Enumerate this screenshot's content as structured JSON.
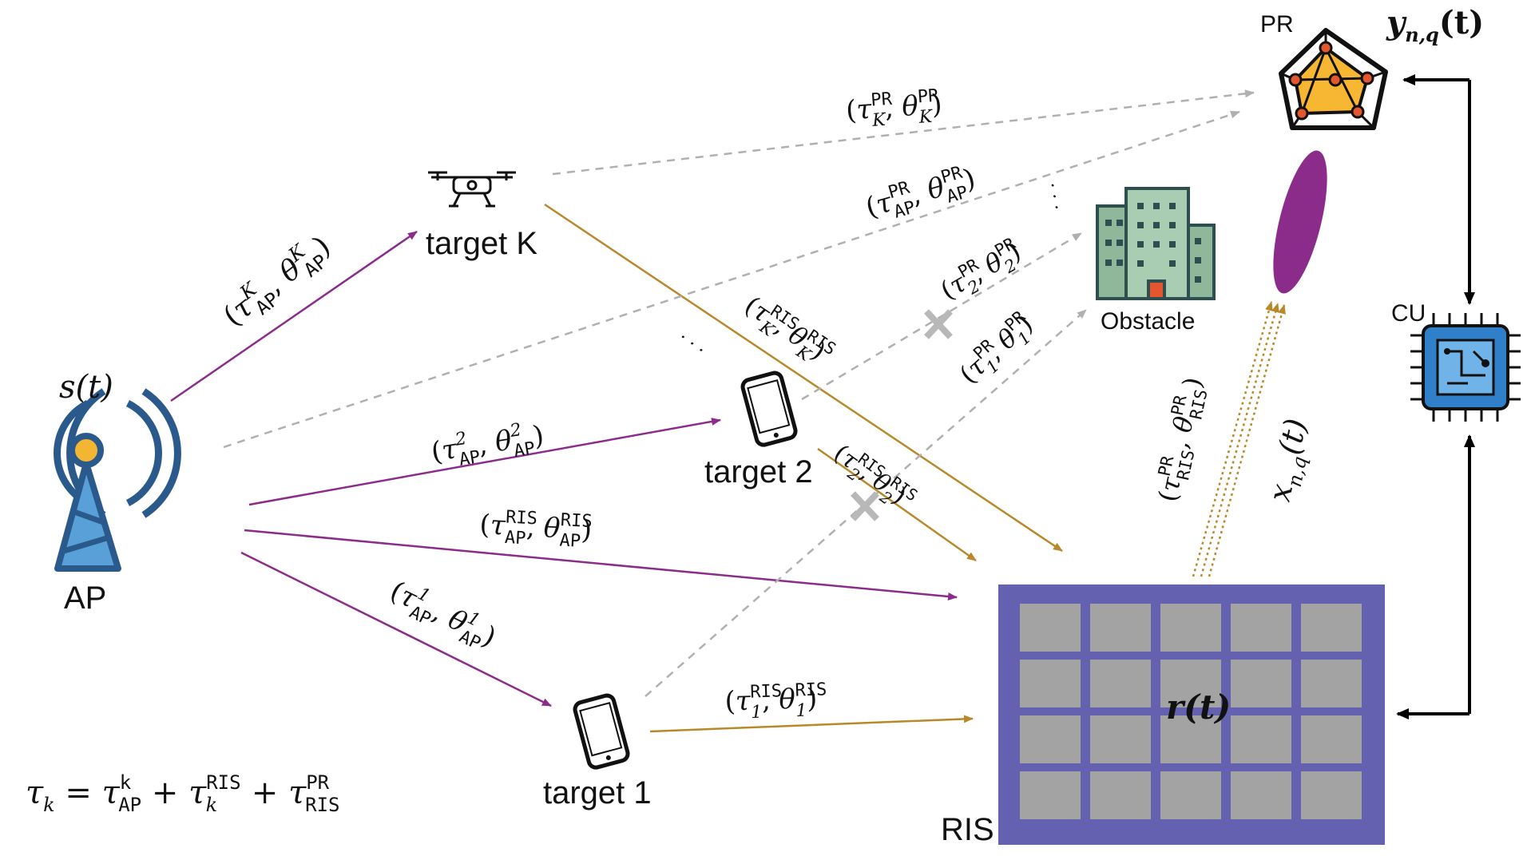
{
  "colors": {
    "purple": "#8b2c8b",
    "gold": "#b8892a",
    "gray_dash": "#b0b0b0",
    "ris_frame": "#6461b0",
    "ris_cell": "#a3a3a3",
    "ap_blue": "#2a5a8c",
    "ap_fill": "#5aa0d8",
    "ap_dot": "#f2b632",
    "cu_blue": "#2f7fc9",
    "cu_light": "#6fb3e8",
    "pr_orange": "#f7b733",
    "pr_node": "#e4572e",
    "lens_purple": "#8b2c8b",
    "building_green": "#8fb89a",
    "building_dark": "#2f4f4f"
  },
  "nodes": {
    "ap": "AP",
    "target_k": "target K",
    "target_2": "target 2",
    "target_1": "target 1",
    "obstacle": "Obstacle",
    "ris": "RIS",
    "pr": "PR",
    "cu": "CU"
  },
  "signals": {
    "s_t": {
      "base": "s(t)"
    },
    "r_t": {
      "base": "r(t)"
    },
    "y_t": {
      "base": "y",
      "sub": "n,q",
      "tail": "(t)"
    },
    "x_t": {
      "base": "x",
      "sub": "n,q",
      "tail": "(t)"
    }
  },
  "path_labels": {
    "ap_k": {
      "tau_sup": "K",
      "tau_sub": "AP",
      "theta_sup": "K",
      "theta_sub": "AP"
    },
    "ap_2": {
      "tau_sup": "2",
      "tau_sub": "AP",
      "theta_sup": "2",
      "theta_sub": "AP"
    },
    "ap_ris": {
      "tau_sup": "RIS",
      "tau_sub": "AP",
      "theta_sup": "RIS",
      "theta_sub": "AP"
    },
    "ap_1": {
      "tau_sup": "1",
      "tau_sub": "AP",
      "theta_sup": "1",
      "theta_sub": "AP"
    },
    "k_pr": {
      "tau_sup": "PR",
      "tau_sub": "K",
      "theta_sup": "PR",
      "theta_sub": "K"
    },
    "ap_pr": {
      "tau_sup": "PR",
      "tau_sub": "AP",
      "theta_sup": "PR",
      "theta_sub": "AP"
    },
    "t2_pr": {
      "tau_sup": "PR",
      "tau_sub": "2",
      "theta_sup": "PR",
      "theta_sub": "2"
    },
    "t1_pr": {
      "tau_sup": "PR",
      "tau_sub": "1",
      "theta_sup": "PR",
      "theta_sub": "1"
    },
    "k_ris": {
      "tau_sup": "RIS",
      "tau_sub": "K",
      "theta_sup": "RIS",
      "theta_sub": "K"
    },
    "t2_ris": {
      "tau_sup": "RIS",
      "tau_sub": "2",
      "theta_sup": "RIS",
      "theta_sub": "2"
    },
    "t1_ris": {
      "tau_sup": "RIS",
      "tau_sub": "1",
      "theta_sup": "RIS",
      "theta_sub": "1"
    },
    "ris_pr": {
      "tau_sup": "PR",
      "tau_sub": "RIS",
      "theta_sup": "PR",
      "theta_sub": "RIS"
    }
  },
  "equation": {
    "lhs": "τ",
    "lhs_sub": "k",
    "t1_sup": "k",
    "t1_sub": "AP",
    "t2_sup": "RIS",
    "t2_sub": "k",
    "t3_sup": "PR",
    "t3_sub": "RIS"
  },
  "symbols": {
    "tau": "τ",
    "theta": "θ",
    "open": "(",
    "comma": ", ",
    "close": ")",
    "plus": " + ",
    "equals": " = ",
    "dots": "· · ·",
    "vdots": "⋮"
  }
}
